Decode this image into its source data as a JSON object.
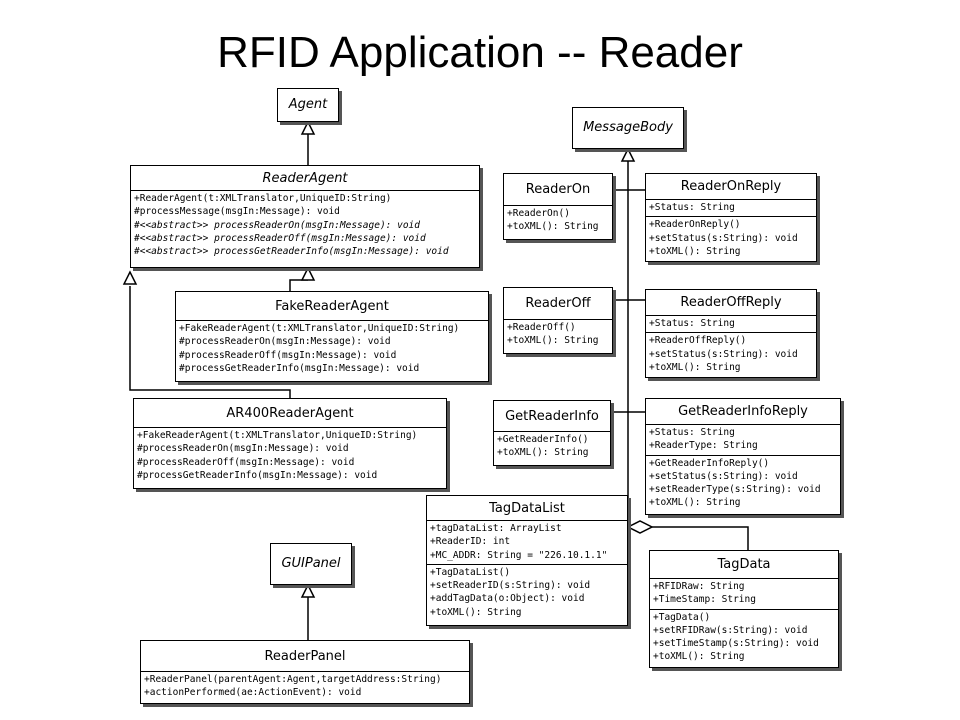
{
  "title": "RFID Application -- Reader",
  "classes": {
    "agent": {
      "name": "Agent"
    },
    "reader_agent": {
      "name": "ReaderAgent",
      "methods": [
        "+ReaderAgent(t:XMLTranslator,UniqueID:String)",
        "#processMessage(msgIn:Message): void",
        "#<<abstract>> processReaderOn(msgIn:Message): void",
        "#<<abstract>> processReaderOff(msgIn:Message): void",
        "#<<abstract>> processGetReaderInfo(msgIn:Message): void"
      ]
    },
    "fake_reader_agent": {
      "name": "FakeReaderAgent",
      "methods": [
        "+FakeReaderAgent(t:XMLTranslator,UniqueID:String)",
        "#processReaderOn(msgIn:Message): void",
        "#processReaderOff(msgIn:Message): void",
        "#processGetReaderInfo(msgIn:Message): void"
      ]
    },
    "ar400_reader_agent": {
      "name": "AR400ReaderAgent",
      "methods": [
        "+FakeReaderAgent(t:XMLTranslator,UniqueID:String)",
        "#processReaderOn(msgIn:Message): void",
        "#processReaderOff(msgIn:Message): void",
        "#processGetReaderInfo(msgIn:Message): void"
      ]
    },
    "gui_panel": {
      "name": "GUIPanel"
    },
    "reader_panel": {
      "name": "ReaderPanel",
      "methods": [
        "+ReaderPanel(parentAgent:Agent,targetAddress:String)",
        "+actionPerformed(ae:ActionEvent): void"
      ]
    },
    "message_body": {
      "name": "MessageBody"
    },
    "reader_on": {
      "name": "ReaderOn",
      "methods": [
        "+ReaderOn()",
        "+toXML(): String"
      ]
    },
    "reader_on_reply": {
      "name": "ReaderOnReply",
      "attributes": [
        "+Status: String"
      ],
      "methods": [
        "+ReaderOnReply()",
        "+setStatus(s:String): void",
        "+toXML(): String"
      ]
    },
    "reader_off": {
      "name": "ReaderOff",
      "methods": [
        "+ReaderOff()",
        "+toXML(): String"
      ]
    },
    "reader_off_reply": {
      "name": "ReaderOffReply",
      "attributes": [
        "+Status: String"
      ],
      "methods": [
        "+ReaderOffReply()",
        "+setStatus(s:String): void",
        "+toXML(): String"
      ]
    },
    "get_reader_info": {
      "name": "GetReaderInfo",
      "methods": [
        "+GetReaderInfo()",
        "+toXML(): String"
      ]
    },
    "get_reader_info_reply": {
      "name": "GetReaderInfoReply",
      "attributes": [
        "+Status: String",
        "+ReaderType: String"
      ],
      "methods": [
        "+GetReaderInfoReply()",
        "+setStatus(s:String): void",
        "+setReaderType(s:String): void",
        "+toXML(): String"
      ]
    },
    "tag_data_list": {
      "name": "TagDataList",
      "attributes": [
        "+tagDataList: ArrayList",
        "+ReaderID: int",
        "+MC_ADDR: String = \"226.10.1.1\""
      ],
      "methods": [
        "+TagDataList()",
        "+setReaderID(s:String): void",
        "+addTagData(o:Object): void",
        "+toXML(): String"
      ]
    },
    "tag_data": {
      "name": "TagData",
      "attributes": [
        "+RFIDRaw: String",
        "+TimeStamp: String"
      ],
      "methods": [
        "+TagData()",
        "+setRFIDRaw(s:String): void",
        "+setTimeStamp(s:String): void",
        "+toXML(): String"
      ]
    }
  }
}
